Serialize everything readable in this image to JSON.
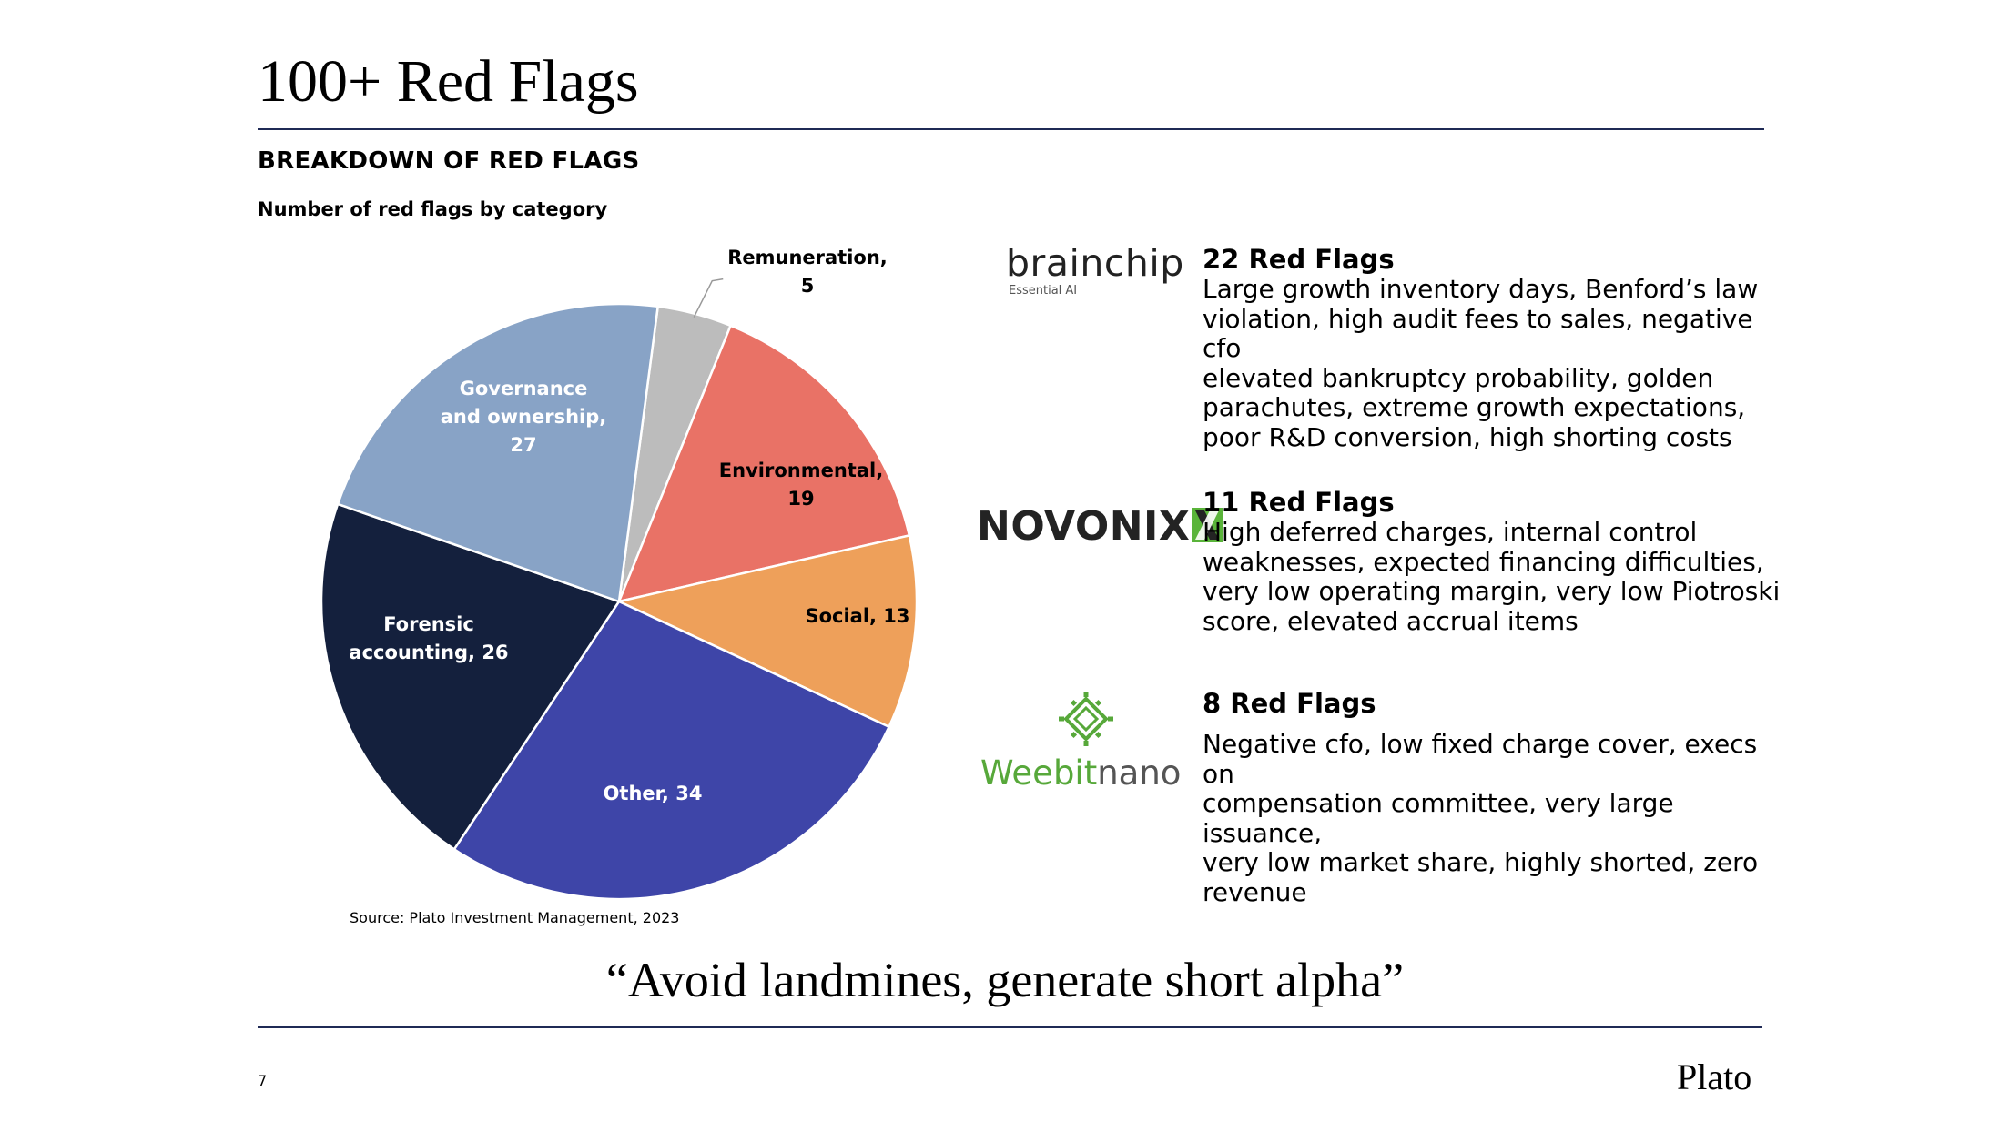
{
  "title": "100+ Red Flags",
  "section_heading": "BREAKDOWN OF RED FLAGS",
  "chart_data": {
    "type": "pie",
    "subtitle": "Number of red flags by category",
    "slices": [
      {
        "label": "Remuneration,",
        "value_label": "5",
        "value": 5,
        "color": "#bcbcbc"
      },
      {
        "label": "Environmental,",
        "value_label": "19",
        "value": 19,
        "color": "#e97266"
      },
      {
        "label": "Social, 13",
        "value_label": "",
        "value": 13,
        "color": "#eea05a"
      },
      {
        "label": "Other, 34",
        "value_label": "",
        "value": 34,
        "color": "#3e45a8"
      },
      {
        "label": "Forensic",
        "label2": "accounting, 26",
        "value_label": "",
        "value": 26,
        "color": "#14203d"
      },
      {
        "label": "Governance",
        "label2": "and ownership,",
        "value_label": "27",
        "value": 27,
        "color": "#88a3c6"
      }
    ]
  },
  "source": "Source: Plato Investment Management, 2023",
  "logos": {
    "brainchip": {
      "word": "brainchip",
      "tagline": "Essential AI"
    },
    "novonix": {
      "word": "NOVONIX"
    },
    "weebit": {
      "word_a": "Weebit",
      "word_b": "nano"
    }
  },
  "companies": [
    {
      "count": "22 Red Flags",
      "lines": [
        "Large growth inventory days, Benford’s law",
        "violation, high audit fees to sales, negative cfo",
        "elevated bankruptcy probability, golden",
        "parachutes, extreme growth expectations,",
        "poor R&D conversion, high shorting costs"
      ]
    },
    {
      "count": "11 Red Flags",
      "lines": [
        "High deferred charges, internal control",
        "weaknesses, expected financing difficulties,",
        "very low operating margin, very low Piotroski",
        "score, elevated accrual items"
      ]
    },
    {
      "count": "8 Red Flags",
      "lines": [
        "Negative cfo, low fixed charge cover, execs on",
        "compensation committee, very large issuance,",
        "very low market share, highly shorted, zero",
        "revenue"
      ]
    }
  ],
  "quote": "“Avoid landmines, generate short alpha”",
  "page_number": "7",
  "brand": "Plato",
  "colors": {
    "rule": "#1f2a55",
    "weebit_green": "#57a83a",
    "novonix_green": "#5ab43a"
  }
}
